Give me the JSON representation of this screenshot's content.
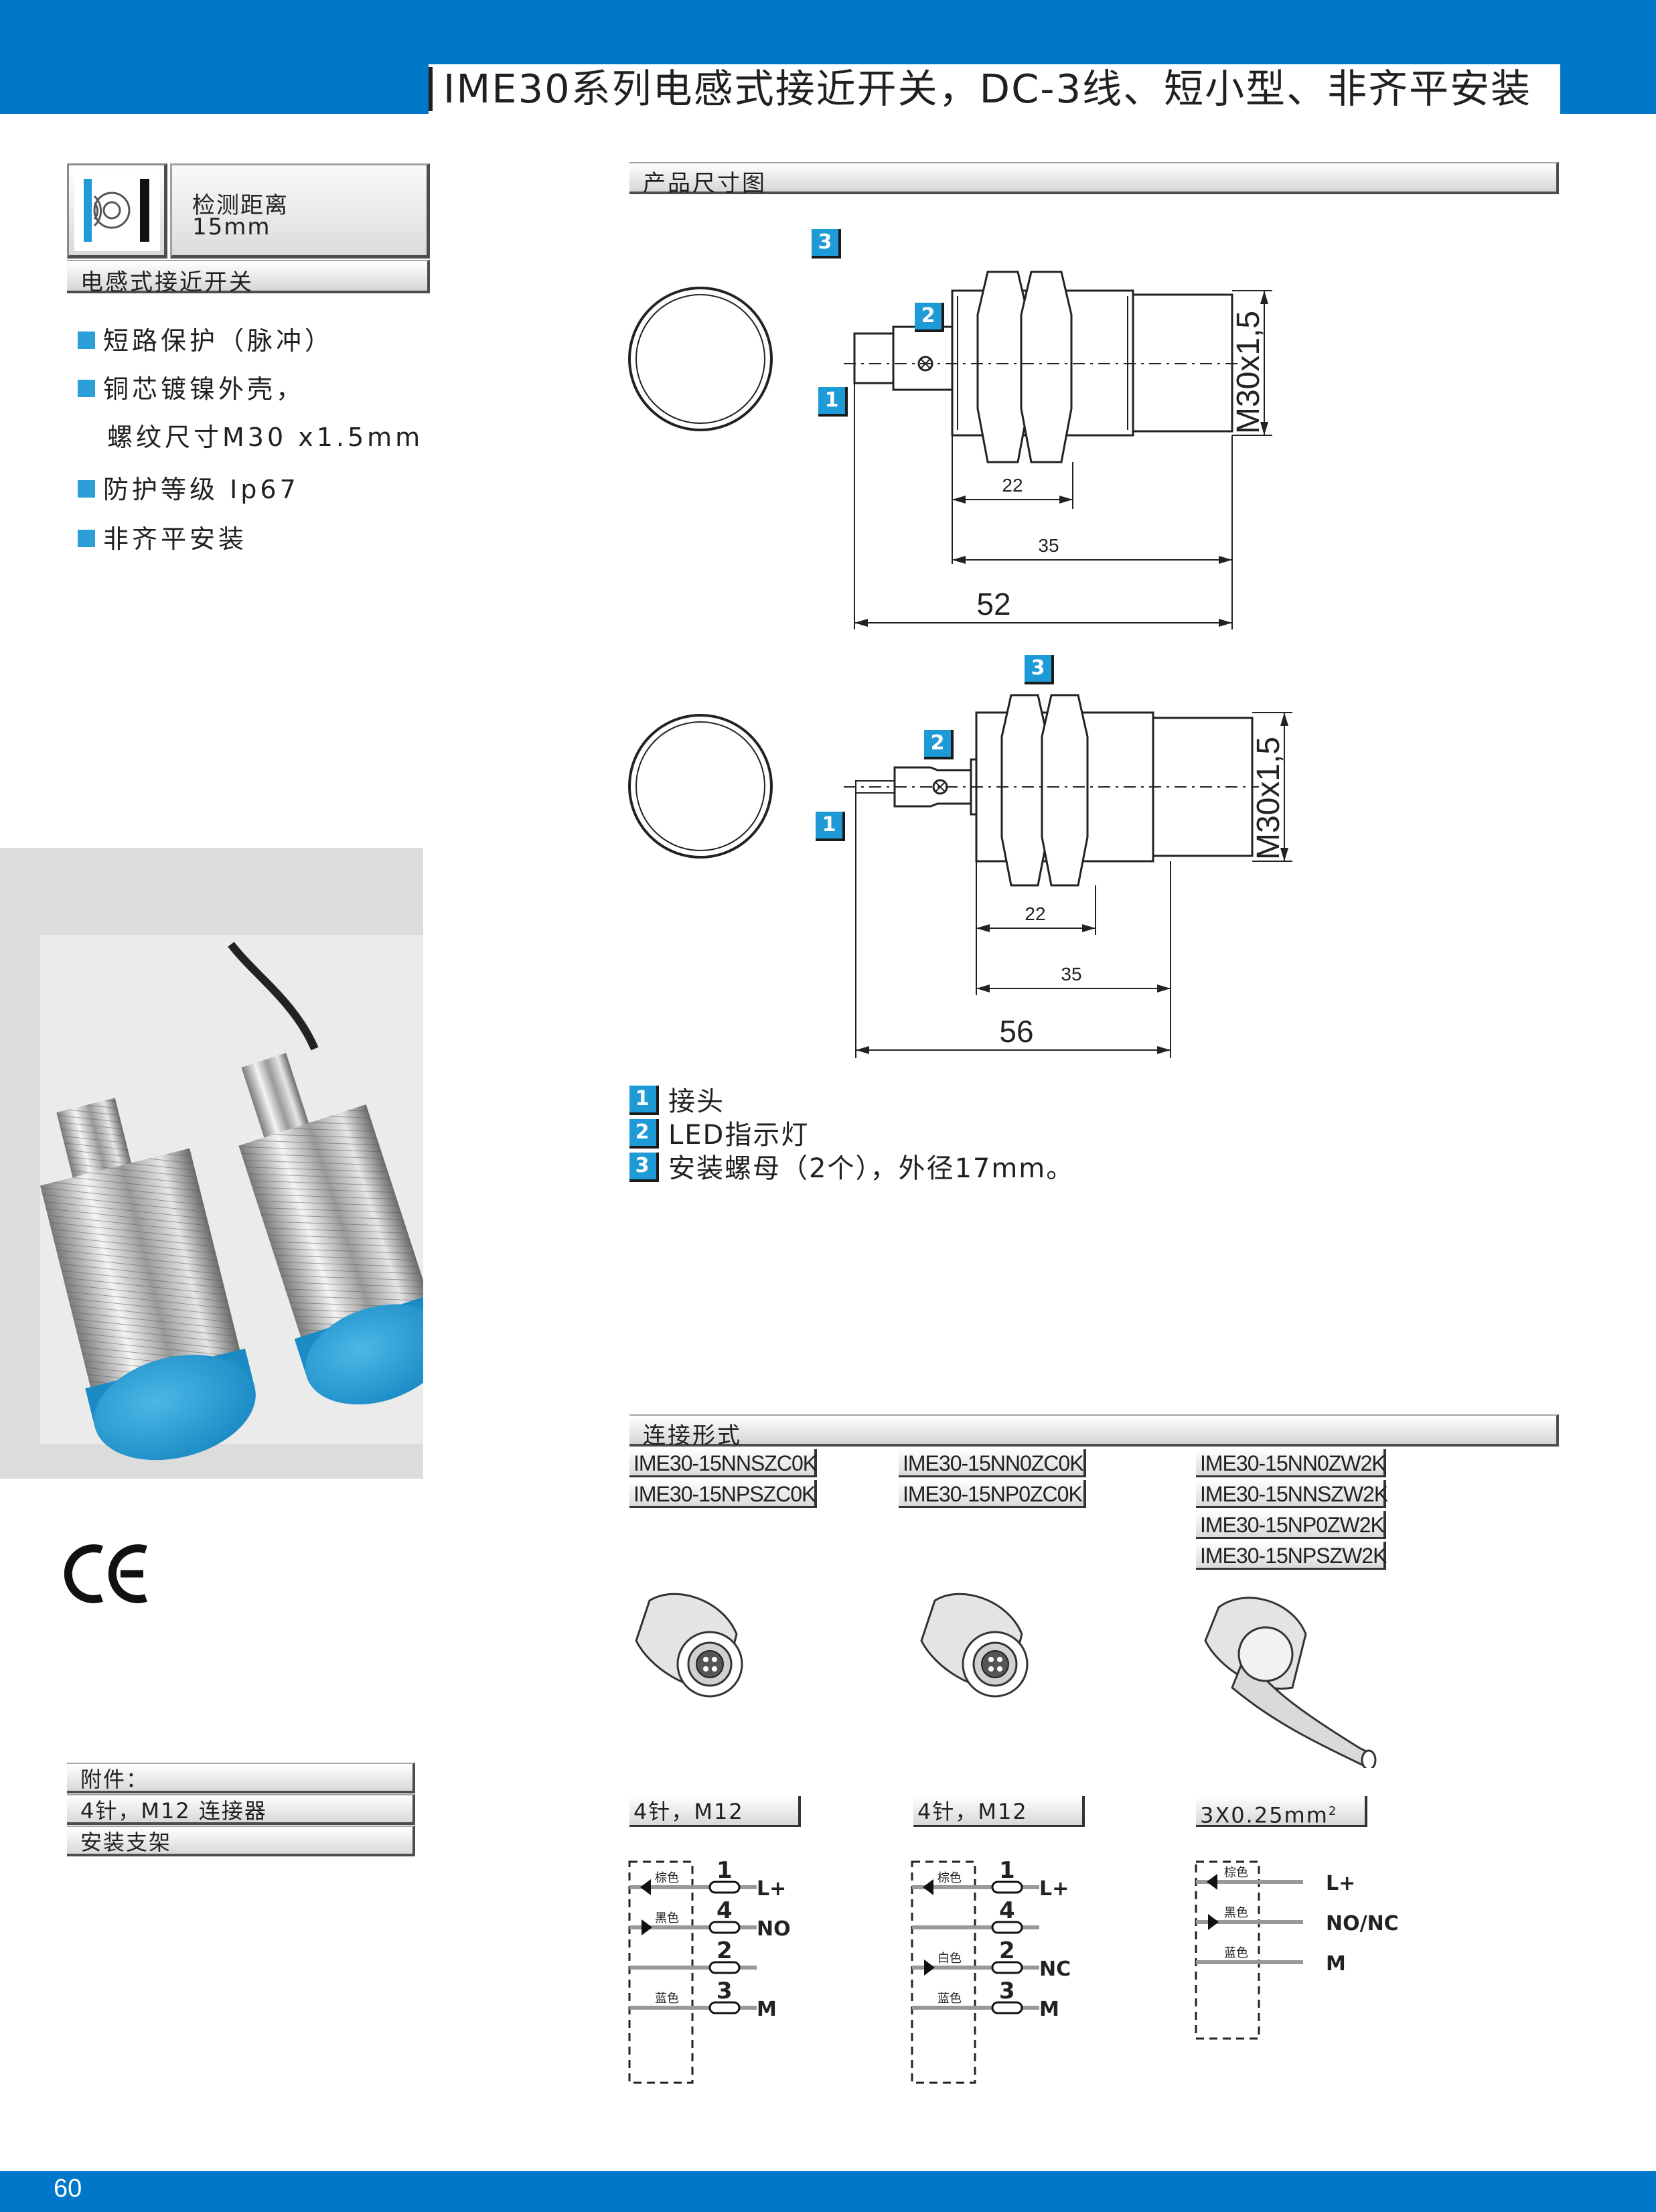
{
  "header": {
    "title": "IME30系列电感式接近开关，DC-3线、短小型、非齐平安装",
    "accent_color": "#0077c8"
  },
  "spec": {
    "icon": "inductive-sensor-icon",
    "line1": "检测距离",
    "line2": "15mm",
    "category": "电感式接近开关"
  },
  "features": [
    "短路保护（脉冲）",
    "铜芯镀镍外壳，",
    "螺纹尺寸M30 x1.5mm",
    "防护等级 Ip67",
    "非齐平安装"
  ],
  "dimensions": {
    "section_title": "产品尺寸图",
    "drawing1": {
      "thread": "M30x1,5",
      "d_small": "22",
      "d_mid": "35",
      "total": "52"
    },
    "drawing2": {
      "thread": "M30x1,5",
      "d_small": "22",
      "d_mid": "35",
      "total": "56"
    },
    "badges": [
      "1",
      "2",
      "3"
    ]
  },
  "legend": [
    {
      "num": "1",
      "text": "接头"
    },
    {
      "num": "2",
      "text": "LED指示灯"
    },
    {
      "num": "3",
      "text": "安装螺母（2个），外径17mm。"
    }
  ],
  "connection": {
    "section_title": "连接形式",
    "col1": {
      "models": [
        "IME30-15NNSZC0K",
        "IME30-15NPSZC0K"
      ],
      "cable": "4针，M12",
      "wires": [
        {
          "color": "棕色",
          "pin": "1",
          "func": "L+"
        },
        {
          "color": "黑色",
          "pin": "4",
          "func": "NO"
        },
        {
          "color": "",
          "pin": "2",
          "func": ""
        },
        {
          "color": "蓝色",
          "pin": "3",
          "func": "M"
        }
      ]
    },
    "col2": {
      "models": [
        "IME30-15NN0ZC0K",
        "IME30-15NP0ZC0K"
      ],
      "cable": "4针，M12",
      "wires": [
        {
          "color": "棕色",
          "pin": "1",
          "func": "L+"
        },
        {
          "color": "",
          "pin": "4",
          "func": ""
        },
        {
          "color": "白色",
          "pin": "2",
          "func": "NC"
        },
        {
          "color": "蓝色",
          "pin": "3",
          "func": "M"
        }
      ]
    },
    "col3": {
      "models": [
        "IME30-15NN0ZW2K",
        "IME30-15NNSZW2K",
        "IME30-15NP0ZW2K",
        "IME30-15NPSZW2K"
      ],
      "cable": "3X0.25mm",
      "cable_sup": "2",
      "wires": [
        {
          "color": "棕色",
          "func": "L+"
        },
        {
          "color": "黑色",
          "func": "NO/NC"
        },
        {
          "color": "蓝色",
          "func": "M"
        }
      ]
    }
  },
  "certification": {
    "mark": "CE"
  },
  "accessories": {
    "title": "附件：",
    "items": [
      "4针，M12 连接器",
      "安装支架"
    ]
  },
  "footer": {
    "page_number": "60"
  }
}
